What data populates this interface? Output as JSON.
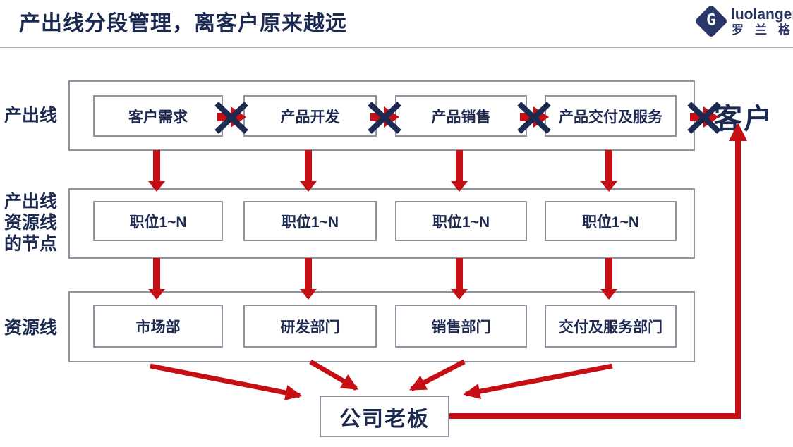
{
  "title": "产出线分段管理，离客户原来越远",
  "logo": {
    "brand": "luolanger",
    "brand_cn": "罗兰格",
    "monogram": "G"
  },
  "colors": {
    "navy": "#1c2950",
    "red": "#c50f14",
    "box_border": "#8f959e"
  },
  "rows": {
    "output_line": {
      "label": "产出线",
      "boxes": [
        "客户需求",
        "产品开发",
        "产品销售",
        "产品交付及服务"
      ]
    },
    "nodes": {
      "label_lines": [
        "产出线",
        "资源线",
        "的节点"
      ],
      "boxes": [
        "职位1~N",
        "职位1~N",
        "职位1~N",
        "职位1~N"
      ]
    },
    "resource_line": {
      "label": "资源线",
      "boxes": [
        "市场部",
        "研发部门",
        "销售部门",
        "交付及服务部门"
      ]
    }
  },
  "customer_label": "客户",
  "boss_label": "公司老板"
}
